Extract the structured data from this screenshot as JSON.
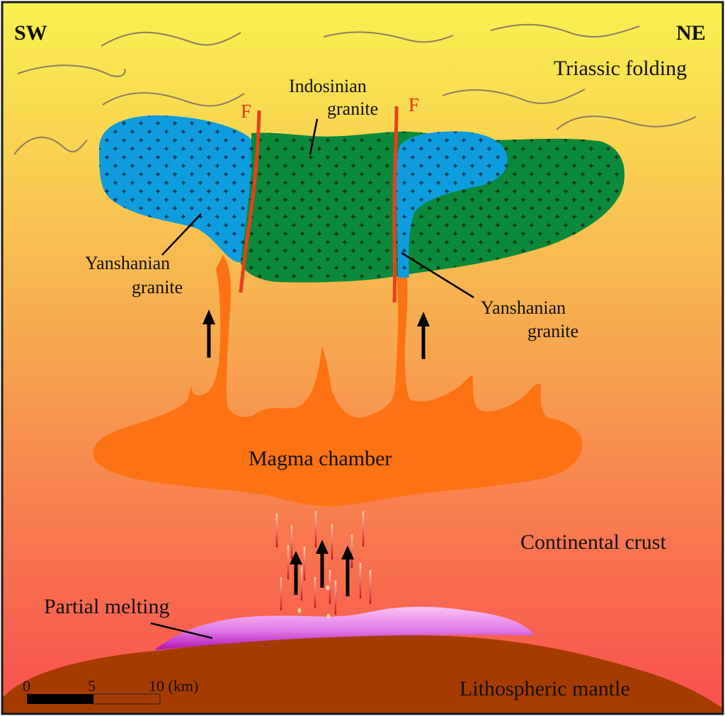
{
  "title": "Schematic cross-section of granite emplacement (SW–NE)",
  "orientation": {
    "left": "SW",
    "right": "NE"
  },
  "labels": {
    "triassic_folding": "Triassic folding",
    "indosinian_line1": "Indosinian",
    "indosinian_line2": "granite",
    "yanshanian_left_line1": "Yanshanian",
    "yanshanian_left_line2": "granite",
    "yanshanian_right_line1": "Yanshanian",
    "yanshanian_right_line2": "granite",
    "fault_left": "F",
    "fault_right": "F",
    "magma_chamber": "Magma chamber",
    "continental_crust": "Continental crust",
    "partial_melting": "Partial melting",
    "lithospheric_mantle": "Lithospheric mantle"
  },
  "scale_bar": {
    "ticks": [
      "0",
      "5",
      "10 (km)"
    ]
  },
  "colors": {
    "background_top": "#f9ef55",
    "background_mid": "#f7a24f",
    "background_bottom": "#f8524f",
    "yanshanian_granite": "#0d9ddf",
    "indosinian_granite": "#0a8a3a",
    "fault": "#e8401c",
    "magma": "#fd7212",
    "partial_melt_top": "#f8b6f4",
    "partial_melt_bottom": "#b111b5",
    "mantle": "#a63c00",
    "fold_line": "#8c7c62"
  }
}
